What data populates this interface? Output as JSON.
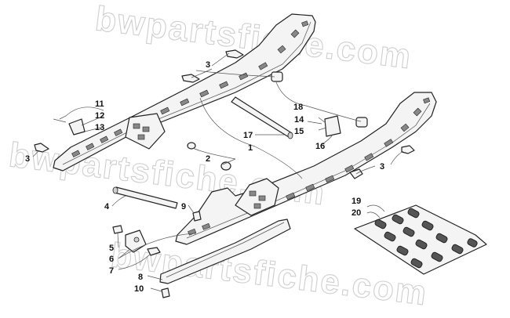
{
  "watermark": {
    "text": "bwpartsfiche.com"
  },
  "callouts": [
    {
      "id": "c1",
      "text": "1"
    },
    {
      "id": "c2",
      "text": "2"
    },
    {
      "id": "c3a",
      "text": "3"
    },
    {
      "id": "c3b",
      "text": "3"
    },
    {
      "id": "c3c",
      "text": "3"
    },
    {
      "id": "c4",
      "text": "4"
    },
    {
      "id": "c5",
      "text": "5"
    },
    {
      "id": "c6",
      "text": "6"
    },
    {
      "id": "c7",
      "text": "7"
    },
    {
      "id": "c8",
      "text": "8"
    },
    {
      "id": "c9",
      "text": "9"
    },
    {
      "id": "c10",
      "text": "10"
    },
    {
      "id": "c11",
      "text": "11"
    },
    {
      "id": "c12",
      "text": "12"
    },
    {
      "id": "c13",
      "text": "13"
    },
    {
      "id": "c14",
      "text": "14"
    },
    {
      "id": "c15",
      "text": "15"
    },
    {
      "id": "c16",
      "text": "16"
    },
    {
      "id": "c17",
      "text": "17"
    },
    {
      "id": "c18",
      "text": "18"
    },
    {
      "id": "c19",
      "text": "19"
    },
    {
      "id": "c20",
      "text": "20"
    }
  ]
}
